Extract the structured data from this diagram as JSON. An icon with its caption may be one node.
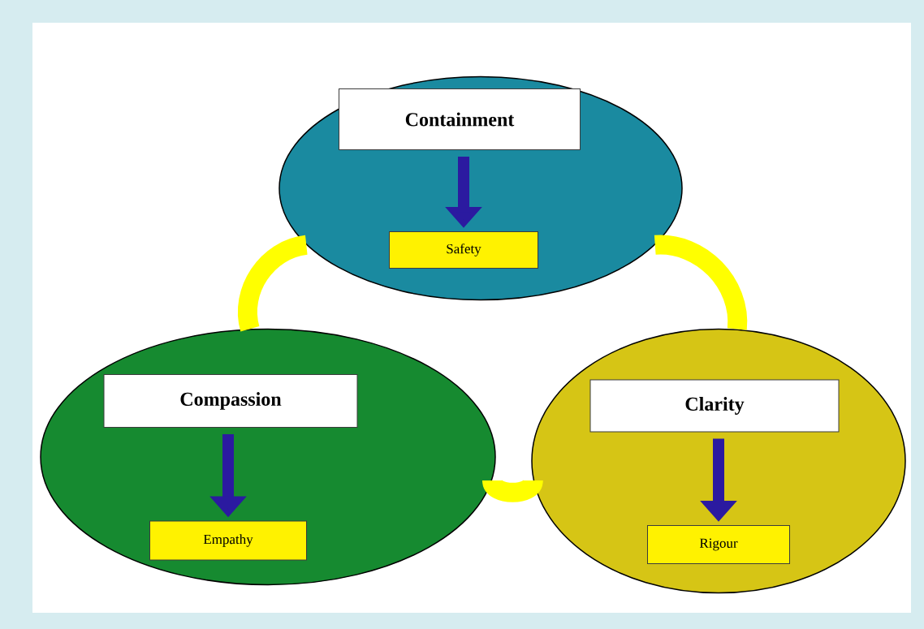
{
  "diagram": {
    "nodes": [
      {
        "text": [],
        "shape": "circle"
      },
      {
        "text": [
          "Containment"
        ],
        "in": 0
      },
      {
        "text": [
          "Safety"
        ],
        "in": 0
      },
      {
        "text": [],
        "shape": "circle"
      },
      {
        "text": [
          "Compassion"
        ],
        "in": 3
      },
      {
        "text": [
          "Empathy"
        ],
        "in": 3
      },
      {
        "text": [],
        "shape": "circle"
      },
      {
        "text": [
          "Clarity"
        ],
        "in": 6
      },
      {
        "text": [
          "Rigour"
        ],
        "in": 6
      }
    ],
    "edges": [
      {
        "from": 1,
        "to": 2,
        "arrow": "to"
      },
      {
        "from": 4,
        "to": 5,
        "arrow": "to"
      },
      {
        "from": 7,
        "to": 8,
        "arrow": "to"
      },
      {
        "from": 0,
        "to": 3,
        "arrow": "none",
        "color": "#ffff00"
      },
      {
        "from": 0,
        "to": 6,
        "arrow": "none",
        "color": "#ffff00"
      },
      {
        "from": 3,
        "to": 6,
        "arrow": "none",
        "color": "#ffff00"
      }
    ]
  }
}
